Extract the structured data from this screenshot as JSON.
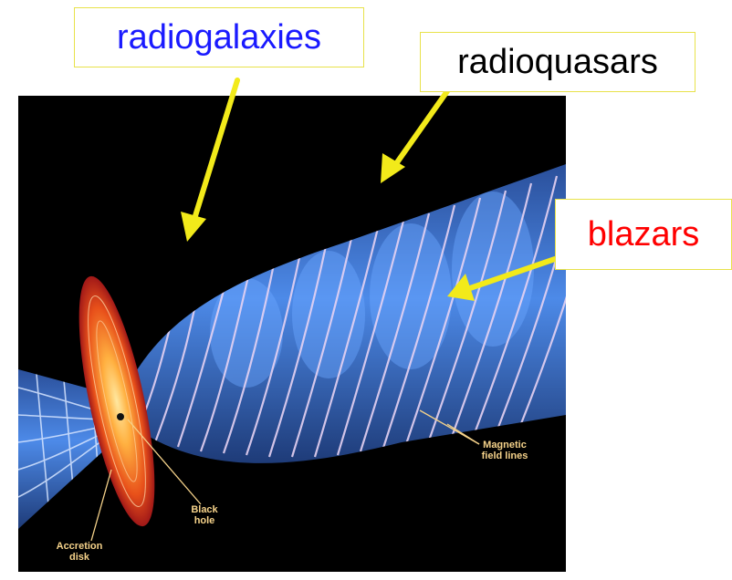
{
  "labels": {
    "radiogalaxies": "radiogalaxies",
    "radioquasars": "radioquasars",
    "blazars": "blazars"
  },
  "figure_labels": {
    "magnetic_field_lines": "Magnetic\nfield lines",
    "black_hole": "Black\nhole",
    "accretion_disk": "Accretion\ndisk"
  },
  "colors": {
    "radiogalaxies": "#1a1aff",
    "radioquasars": "#000000",
    "blazars": "#ff0000",
    "box_border": "#e8e24a",
    "arrow": "#f2ea1a",
    "background": "#000000",
    "jet": "#3a6ed8",
    "field_lines": "#e6d2f2",
    "disk": "#e8501a"
  }
}
